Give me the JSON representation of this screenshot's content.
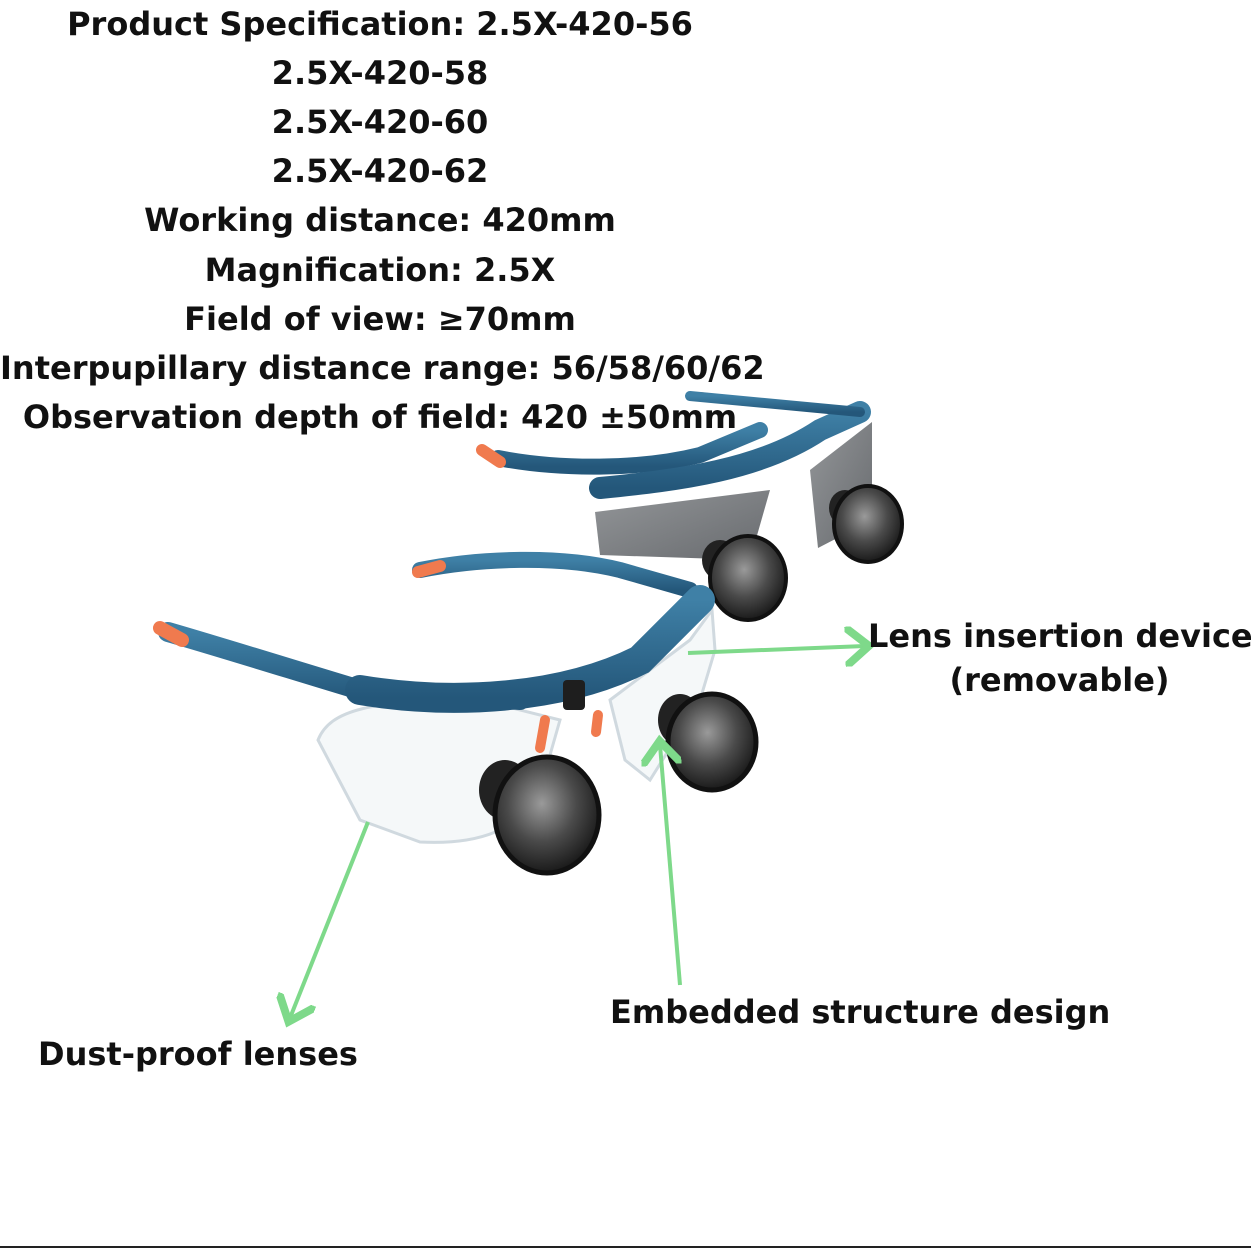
{
  "specs": {
    "product_specification": "Product Specification: 2.5X-420-56",
    "variant_58": "2.5X-420-58",
    "variant_60": "2.5X-420-60",
    "variant_62": "2.5X-420-62",
    "working_distance": "Working distance: 420mm",
    "magnification": "Magnification: 2.5X",
    "field_of_view": "Field of view: ≥70mm",
    "interpupillary_range": "Interpupillary distance range: 56/58/60/62",
    "depth_of_field": "Observation depth of field: 420 ±50mm"
  },
  "callouts": {
    "lens_insertion_line1": "Lens insertion device",
    "lens_insertion_line2": "(removable)",
    "embedded_structure": "Embedded structure design",
    "dust_proof": "Dust-proof lenses"
  },
  "colors": {
    "frame_blue": "#2d6688",
    "tip_orange": "#f07a4e",
    "arrow_green": "#7ed98a",
    "lens_dark": "#1c1c1c",
    "sun_lens_grey": "#6f7276"
  },
  "icons": [
    "loupe-glasses-with-clear-shield",
    "loupe-glasses-with-tinted-shield",
    "arrow-right-icon",
    "arrow-down-icon"
  ]
}
